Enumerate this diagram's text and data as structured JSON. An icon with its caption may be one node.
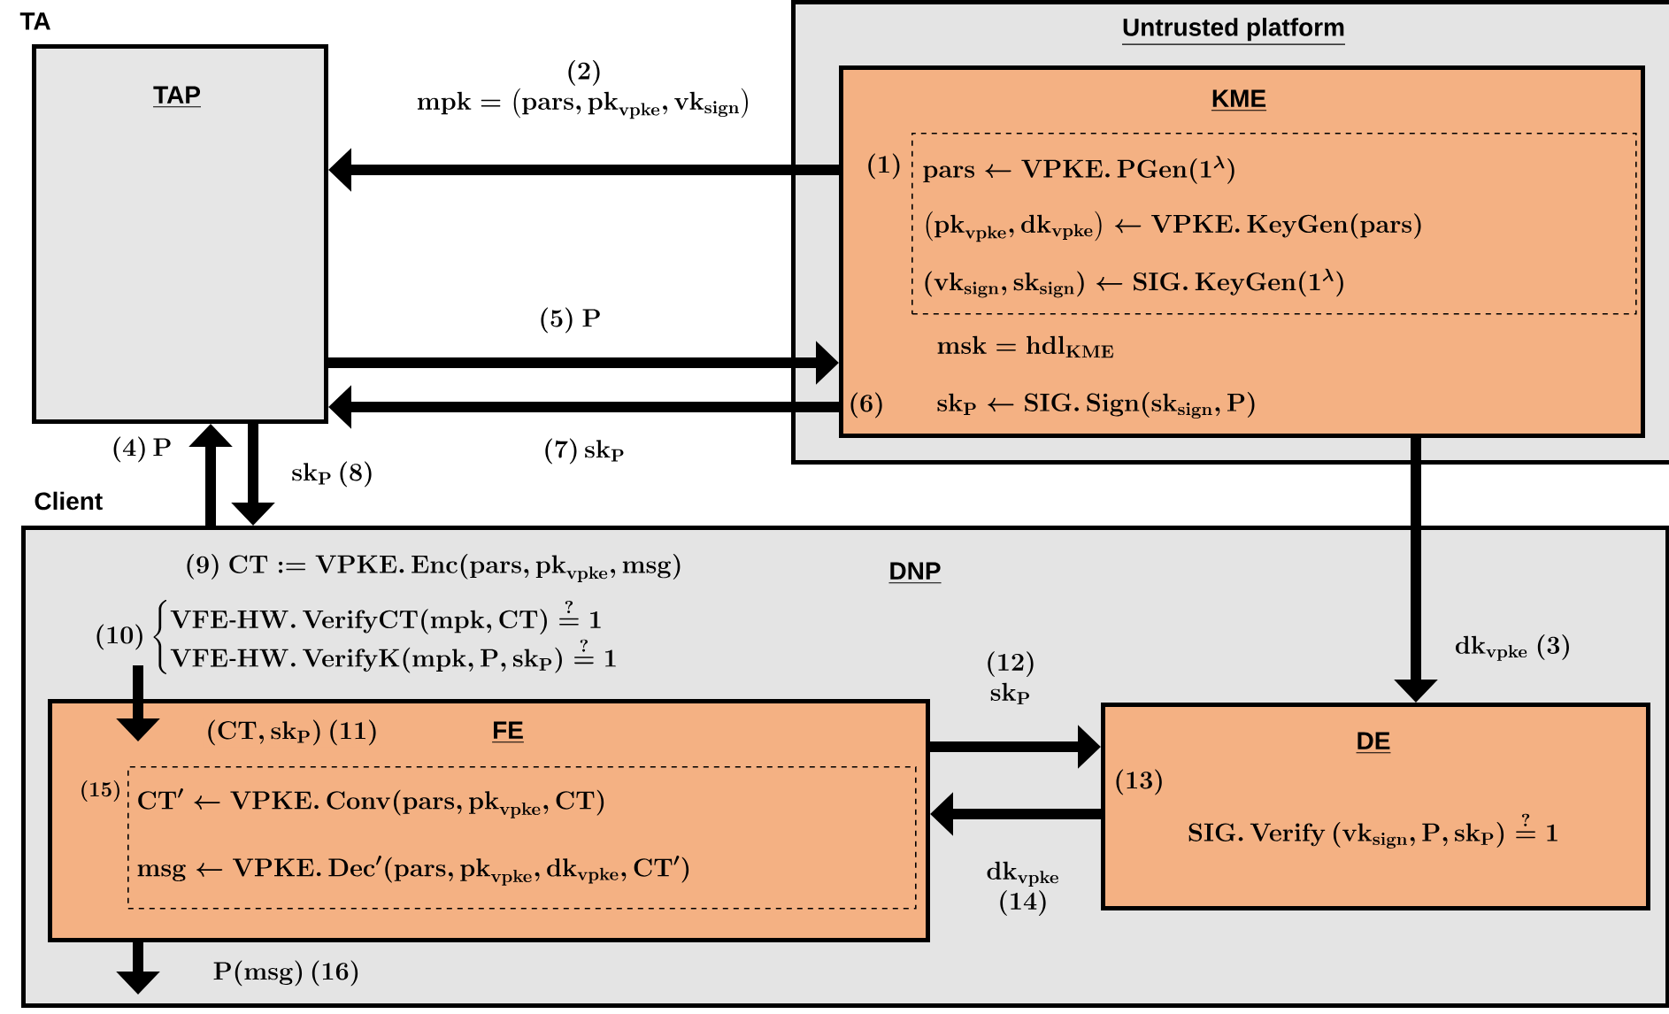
{
  "diagram": {
    "nodes": [
      {
        "text": [
          "Untrusted platform"
        ]
      },
      {
        "text": [
          "KME",
          "\\mathbf{msk} = \\mathbf{hdl}_{\\mathbf{KME}}",
          "(6)",
          "\\mathbf{sk}_{\\mathbf{P}} \\leftarrow \\mathbf{SIG.\\,Sign}(\\mathbf{sk}_{\\mathbf{sign}}, \\mathbf{P})"
        ],
        "in": 0
      },
      {
        "text": [
          "\\mathbf{pars} \\leftarrow \\mathbf{VPKE.\\,PGen}(\\mathbf{1}^{\\boldsymbol{\\lambda}})",
          "\\left(\\mathbf{pk}_{\\mathbf{vpke}}, \\mathbf{dk}_{\\mathbf{vpke}}\\right) \\leftarrow \\mathbf{VPKE.\\,KeyGen}(\\mathbf{pars})",
          "\\left(\\mathbf{vk}_{\\mathbf{sign}}, \\mathbf{sk}_{\\mathbf{sign}}\\right) \\leftarrow \\mathbf{SIG.\\,KeyGen}(\\mathbf{1}^{\\boldsymbol{\\lambda}})"
        ],
        "beside": [
          "(1)"
        ],
        "in": 1
      },
      {
        "text": [
          "TAP"
        ],
        "beside": [
          "TA"
        ]
      },
      {
        "text": [
          "(9)\\ \\mathbf{CT} := \\mathbf{VPKE.\\,Enc}(\\mathbf{pars}, \\mathbf{pk}_{\\mathbf{vpke}}, \\mathbf{msg})",
          "(10)\\left\\{\\begin{array}{@{}l@{}}\\mathbf{VFE\\text{-}HW.\\,VerifyCT}(\\mathbf{mpk}, \\mathbf{CT}) \\stackrel{?}{=} \\mathbf{1}\\\\ \\mathbf{VFE\\text{-}HW.\\,VerifyK}(\\mathbf{mpk}, \\mathbf{P}, \\mathbf{sk}_{\\mathbf{P}}) \\stackrel{?}{=} \\mathbf{1}\\end{array}\\right.",
          "DNP"
        ],
        "beside": [
          "Client"
        ]
      },
      {
        "text": [
          "FE"
        ],
        "in": 4
      },
      {
        "text": [
          "\\mathbf{CT}' \\leftarrow \\mathbf{VPKE.\\,Conv}(\\mathbf{pars}, \\mathbf{pk}_{\\mathbf{vpke}}, \\mathbf{CT})",
          "\\mathbf{msg} \\leftarrow \\mathbf{VPKE.\\,Dec}'(\\mathbf{pars}, \\mathbf{pk}_{\\mathbf{vpke}}, \\mathbf{dk}_{\\mathbf{vpke}}, \\mathbf{CT}')"
        ],
        "beside": [
          "(15)"
        ],
        "in": 5
      },
      {
        "text": [
          "DE",
          "(13)",
          "\\mathbf{SIG.\\,Verify}\\left(\\mathbf{vk}_{\\mathbf{sign}}, \\mathbf{P}, \\mathbf{sk}_{\\mathbf{P}}\\right) \\stackrel{?}{=} \\mathbf{1}"
        ],
        "in": 4
      }
    ],
    "edges": [
      {
        "from": 1,
        "to": 3,
        "arrow": "to",
        "label": "\\begin{array}{c}(2)\\\\ \\mathbf{mpk} = \\left(\\mathbf{pars}, \\mathbf{pk}_{\\mathbf{vpke}}, \\mathbf{vk}_{\\mathbf{sign}}\\right)\\end{array}"
      },
      {
        "from": 3,
        "to": 1,
        "arrow": "to",
        "label": "(5)\\ \\mathbf{P}"
      },
      {
        "from": 1,
        "to": 3,
        "arrow": "to",
        "label": "(7)\\,\\mathbf{sk}_{\\mathbf{P}}"
      },
      {
        "from": 4,
        "to": 3,
        "arrow": "to",
        "label": "(4)\\,\\mathbf{P}"
      },
      {
        "from": 3,
        "to": 4,
        "arrow": "to",
        "label": "\\mathbf{sk}_{\\mathbf{P}}\\,(8)"
      },
      {
        "from": 1,
        "to": 7,
        "arrow": "to",
        "label": "\\mathbf{dk}_{\\mathbf{vpke}}\\ (3)"
      },
      {
        "from": null,
        "to": 5,
        "arrow": "to",
        "label": "(\\mathbf{CT}, \\mathbf{sk}_{\\mathbf{P}})\\,(11)"
      },
      {
        "from": 5,
        "to": 7,
        "arrow": "to",
        "label": "\\begin{array}{c}(12)\\\\ \\mathbf{sk}_{\\mathbf{P}}\\end{array}"
      },
      {
        "from": 7,
        "to": 5,
        "arrow": "to",
        "label": "\\begin{array}{c}\\mathbf{dk}_{\\mathbf{vpke}}\\\\ (14)\\end{array}"
      },
      {
        "from": 5,
        "to": null,
        "arrow": "to",
        "label": "\\mathbf{P}(\\mathbf{msg})\\,(16)"
      }
    ]
  }
}
